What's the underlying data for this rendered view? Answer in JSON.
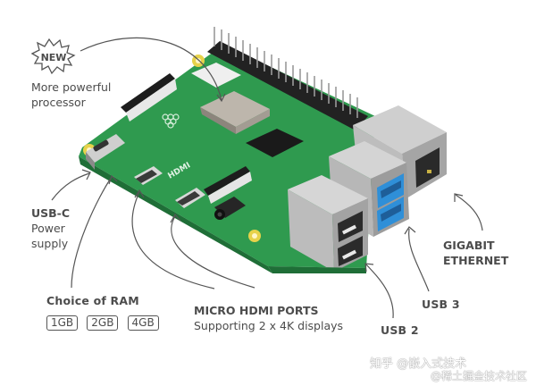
{
  "badge": {
    "text": "NEW"
  },
  "callouts": {
    "processor": {
      "line1": "More powerful",
      "line2": "processor"
    },
    "usbc": {
      "title": "USB-C",
      "line1": "Power",
      "line2": "supply"
    },
    "ram": {
      "title": "Choice of RAM",
      "options": [
        "1GB",
        "2GB",
        "4GB"
      ]
    },
    "hdmi": {
      "title": "MICRO HDMI PORTS",
      "subtitle": "Supporting 2 x 4K displays"
    },
    "usb2": {
      "title": "USB 2"
    },
    "usb3": {
      "title": "USB 3"
    },
    "ethernet": {
      "line1": "GIGABIT",
      "line2": "ETHERNET"
    }
  },
  "board": {
    "silkscreen_logo": "raspberry-pi-logo",
    "hdmi_marking": "HDMI",
    "colors": {
      "pcb": "#2e9a4e",
      "usb3_blue": "#2f8fd8",
      "metal": "#c9c9c9",
      "text": "#4c4c4c"
    }
  },
  "watermark": {
    "line1": "知乎 @嵌入式技术",
    "line2": "@稀土掘金技术社区"
  }
}
